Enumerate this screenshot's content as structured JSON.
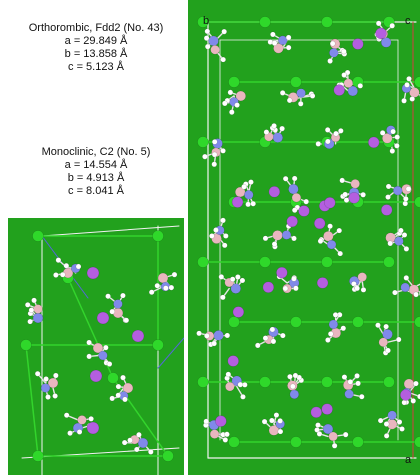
{
  "orthorhombic": {
    "title": "Orthorombic, Fdd2 (No. 43)",
    "a": "a = 29.849 Å",
    "b": "b = 13.858 Å",
    "c": "c = 5.123 Å"
  },
  "monoclinic": {
    "title": "Monoclinic, C2 (No. 5)",
    "a": "a = 14.554 Å",
    "b": "b = 4.913 Å",
    "c": "c = 8.041 Å"
  },
  "axis_labels": {
    "ortho_b": "b",
    "ortho_c": "c",
    "ortho_a": "a"
  },
  "colors": {
    "background": "#22a11d",
    "cell_edge": "#f2f2f2",
    "metal": "#2fd82a",
    "boron": "#e9b6bf",
    "nitrogen": "#8089ea",
    "lithium": "#b45ee0",
    "hydrogen": "#ffffff"
  }
}
